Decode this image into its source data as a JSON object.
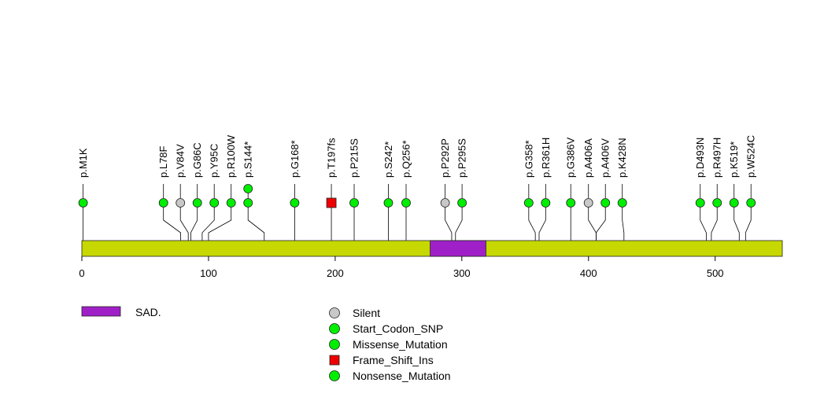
{
  "chart_data": {
    "type": "lollipop",
    "protein_length": 553,
    "axis": {
      "min": 0,
      "max": 553,
      "ticks": [
        0,
        100,
        200,
        300,
        400,
        500
      ]
    },
    "colors": {
      "backbone": "#C6D800",
      "domain": "#A020C8",
      "missense": "#00EE00",
      "silent": "#C8C8C8",
      "frameshift": "#EE0000",
      "stroke": "#222222"
    },
    "domains": [
      {
        "name": "SAD.",
        "start": 275,
        "end": 319
      }
    ],
    "mutations": [
      {
        "label": "p.M1K",
        "pos": 1,
        "type": "Start_Codon_SNP",
        "count": 1
      },
      {
        "label": "p.L78F",
        "pos": 78,
        "type": "Missense_Mutation",
        "count": 1
      },
      {
        "label": "p.V84V",
        "pos": 84,
        "type": "Silent",
        "count": 1
      },
      {
        "label": "p.G86C",
        "pos": 86,
        "type": "Missense_Mutation",
        "count": 1
      },
      {
        "label": "p.Y95C",
        "pos": 95,
        "type": "Missense_Mutation",
        "count": 1
      },
      {
        "label": "p.R100W",
        "pos": 100,
        "type": "Missense_Mutation",
        "count": 1
      },
      {
        "label": "p.S144*",
        "pos": 144,
        "type": "Nonsense_Mutation",
        "count": 2
      },
      {
        "label": "p.G168*",
        "pos": 168,
        "type": "Nonsense_Mutation",
        "count": 1
      },
      {
        "label": "p.T197fs",
        "pos": 197,
        "type": "Frame_Shift_Ins",
        "count": 1
      },
      {
        "label": "p.P215S",
        "pos": 215,
        "type": "Missense_Mutation",
        "count": 1
      },
      {
        "label": "p.S242*",
        "pos": 242,
        "type": "Nonsense_Mutation",
        "count": 1
      },
      {
        "label": "p.Q256*",
        "pos": 256,
        "type": "Nonsense_Mutation",
        "count": 1
      },
      {
        "label": "p.P292P",
        "pos": 292,
        "type": "Silent",
        "count": 1
      },
      {
        "label": "p.P295S",
        "pos": 295,
        "type": "Missense_Mutation",
        "count": 1
      },
      {
        "label": "p.G358*",
        "pos": 358,
        "type": "Nonsense_Mutation",
        "count": 1
      },
      {
        "label": "p.R361H",
        "pos": 361,
        "type": "Missense_Mutation",
        "count": 1
      },
      {
        "label": "p.G386V",
        "pos": 386,
        "type": "Missense_Mutation",
        "count": 1
      },
      {
        "label": "p.A406A",
        "pos": 406,
        "type": "Silent",
        "count": 1
      },
      {
        "label": "p.A406V",
        "pos": 406,
        "type": "Missense_Mutation",
        "count": 1
      },
      {
        "label": "p.K428N",
        "pos": 428,
        "type": "Missense_Mutation",
        "count": 1
      },
      {
        "label": "p.D493N",
        "pos": 493,
        "type": "Missense_Mutation",
        "count": 1
      },
      {
        "label": "p.R497H",
        "pos": 497,
        "type": "Missense_Mutation",
        "count": 1
      },
      {
        "label": "p.K519*",
        "pos": 519,
        "type": "Nonsense_Mutation",
        "count": 1
      },
      {
        "label": "p.W524C",
        "pos": 524,
        "type": "Missense_Mutation",
        "count": 1
      }
    ],
    "legend": {
      "domains": [
        {
          "name": "SAD.",
          "color": "#A020C8"
        }
      ],
      "types": [
        {
          "name": "Silent",
          "shape": "circle",
          "color": "#C8C8C8"
        },
        {
          "name": "Start_Codon_SNP",
          "shape": "circle",
          "color": "#00EE00"
        },
        {
          "name": "Missense_Mutation",
          "shape": "circle",
          "color": "#00EE00"
        },
        {
          "name": "Frame_Shift_Ins",
          "shape": "square",
          "color": "#EE0000"
        },
        {
          "name": "Nonsense_Mutation",
          "shape": "circle",
          "color": "#00EE00"
        }
      ]
    }
  }
}
